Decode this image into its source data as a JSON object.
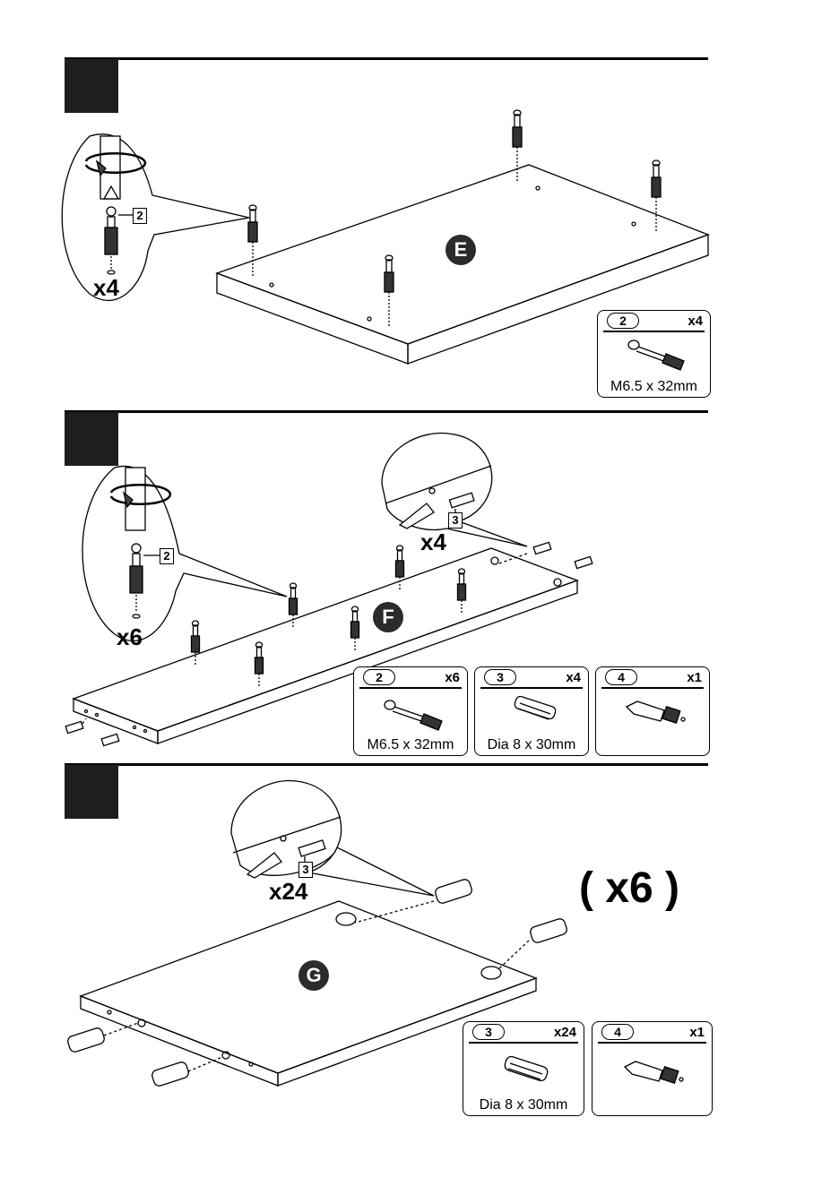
{
  "steps": [
    {
      "panel_letter": "E",
      "detail_count": "x4",
      "callout_part": "2",
      "parts": [
        {
          "number": "2",
          "qty": "x4",
          "spec": "M6.5 x 32mm",
          "icon": "cam-bolt-icon"
        }
      ]
    },
    {
      "panel_letter": "F",
      "detail_count": "x6",
      "callout_part": "2",
      "zoom_count": "x4",
      "zoom_part": "3",
      "parts": [
        {
          "number": "2",
          "qty": "x6",
          "spec": "M6.5 x 32mm",
          "icon": "cam-bolt-icon"
        },
        {
          "number": "3",
          "qty": "x4",
          "spec": "Dia 8 x 30mm",
          "icon": "wood-dowel-icon"
        },
        {
          "number": "4",
          "qty": "x1",
          "spec": "",
          "icon": "pencil-marker-icon"
        }
      ]
    },
    {
      "panel_letter": "G",
      "zoom_count": "x24",
      "zoom_part": "3",
      "repeat": "( x6 )",
      "parts": [
        {
          "number": "3",
          "qty": "x24",
          "spec": "Dia 8 x 30mm",
          "icon": "wood-dowel-icon"
        },
        {
          "number": "4",
          "qty": "x1",
          "spec": "",
          "icon": "pencil-marker-icon"
        }
      ]
    }
  ],
  "colors": {
    "ink": "#000000",
    "step_block": "#1e1e1e",
    "panel_badge": "#2b2b2b"
  }
}
